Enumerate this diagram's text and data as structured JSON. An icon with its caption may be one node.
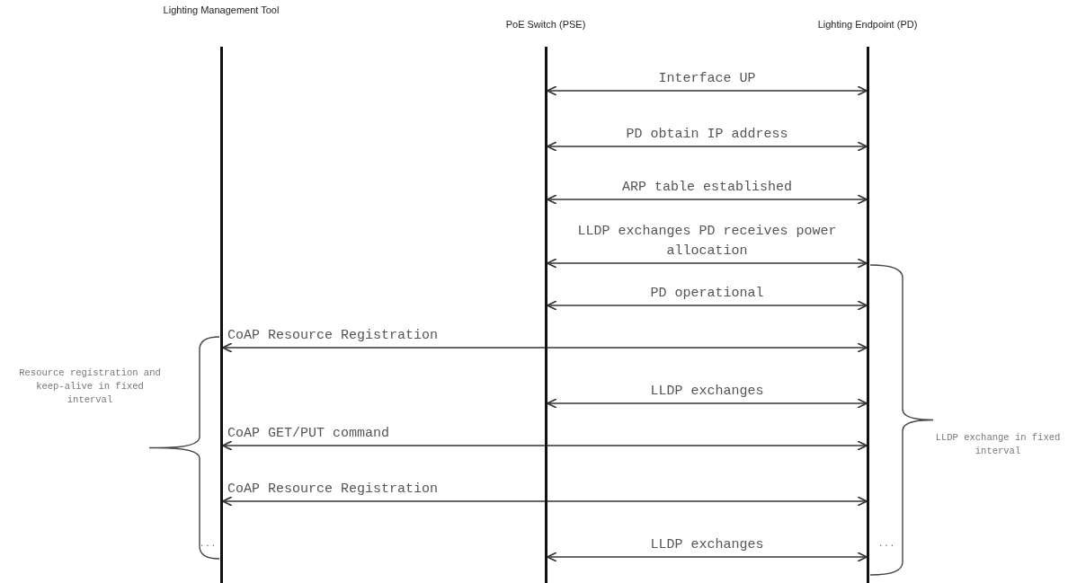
{
  "diagram": {
    "nodes": [
      {
        "text": [
          "Lighting Management Tool"
        ]
      },
      {
        "text": [
          "PoE Switch (PSE)"
        ]
      },
      {
        "text": [
          "Lighting Endpoint (PD)"
        ]
      }
    ],
    "edges": [
      {
        "from": 1,
        "to": 2,
        "arrow": "both",
        "label": "Interface UP"
      },
      {
        "from": 1,
        "to": 2,
        "arrow": "both",
        "label": "PD obtain IP address"
      },
      {
        "from": 1,
        "to": 2,
        "arrow": "both",
        "label": "ARP table established"
      },
      {
        "from": 1,
        "to": 2,
        "arrow": "both",
        "label": "LLDP exchanges PD receives power allocation"
      },
      {
        "from": 1,
        "to": 2,
        "arrow": "both",
        "label": "PD operational"
      },
      {
        "from": 0,
        "to": 2,
        "arrow": "both",
        "label": "CoAP Resource Registration"
      },
      {
        "from": 1,
        "to": 2,
        "arrow": "both",
        "label": "LLDP exchanges"
      },
      {
        "from": 0,
        "to": 2,
        "arrow": "both",
        "label": "CoAP GET/PUT command"
      },
      {
        "from": 0,
        "to": 2,
        "arrow": "both",
        "label": "CoAP Resource Registration"
      },
      {
        "from": 1,
        "to": 2,
        "arrow": "both",
        "label": "LLDP exchanges"
      }
    ],
    "labels": [
      "Resource registration and keep-alive in fixed interval",
      "LLDP exchange in fixed interval",
      "...",
      "..."
    ]
  }
}
